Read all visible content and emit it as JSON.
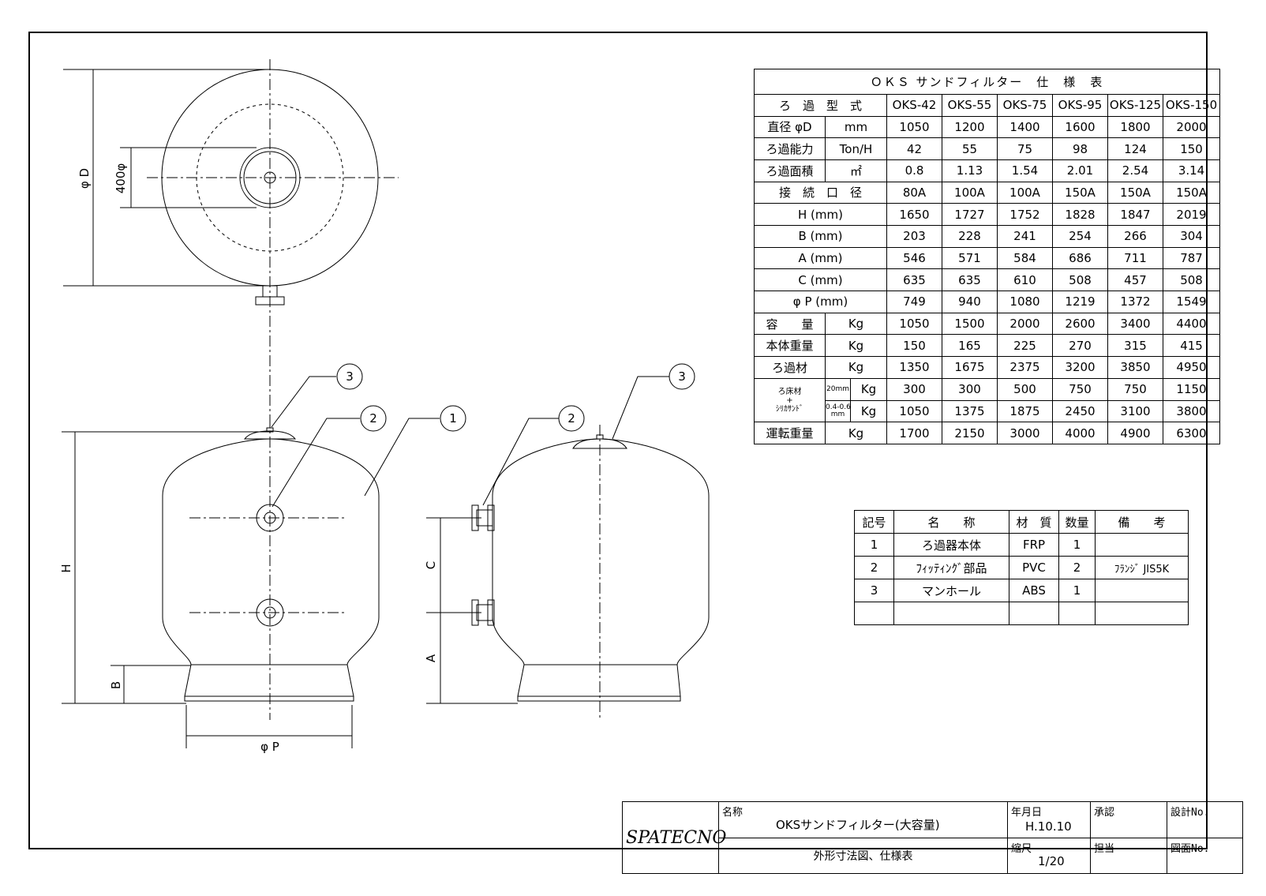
{
  "diagram": {
    "labels": {
      "phi_d": "φ D",
      "dia_400": "400φ",
      "h": "H",
      "b": "B",
      "phi_p": "φ P",
      "c": "C",
      "a": "A"
    },
    "callouts": [
      "1",
      "2",
      "3"
    ]
  },
  "spec_table": {
    "title": "ＯＫＳ サンドフィルター　仕　様　表",
    "model_label": "ろ　過　型　式",
    "models": [
      "OKS-42",
      "OKS-55",
      "OKS-75",
      "OKS-95",
      "OKS-125",
      "OKS-150"
    ],
    "rows": [
      {
        "label": "直径 φD",
        "unit": "mm",
        "values": [
          "1050",
          "1200",
          "1400",
          "1600",
          "1800",
          "2000"
        ]
      },
      {
        "label": "ろ過能力",
        "unit": "Ton/H",
        "values": [
          "42",
          "55",
          "75",
          "98",
          "124",
          "150"
        ]
      },
      {
        "label": "ろ過面積",
        "unit": "㎡",
        "values": [
          "0.8",
          "1.13",
          "1.54",
          "2.01",
          "2.54",
          "3.14"
        ]
      },
      {
        "label": "接　続　口　径",
        "unit": "",
        "values": [
          "80A",
          "100A",
          "100A",
          "150A",
          "150A",
          "150A"
        ]
      },
      {
        "label": "H (mm)",
        "unit": "",
        "values": [
          "1650",
          "1727",
          "1752",
          "1828",
          "1847",
          "2019"
        ]
      },
      {
        "label": "B (mm)",
        "unit": "",
        "values": [
          "203",
          "228",
          "241",
          "254",
          "266",
          "304"
        ]
      },
      {
        "label": "A (mm)",
        "unit": "",
        "values": [
          "546",
          "571",
          "584",
          "686",
          "711",
          "787"
        ]
      },
      {
        "label": "C (mm)",
        "unit": "",
        "values": [
          "635",
          "635",
          "610",
          "508",
          "457",
          "508"
        ]
      },
      {
        "label": "φ P (mm)",
        "unit": "",
        "values": [
          "749",
          "940",
          "1080",
          "1219",
          "1372",
          "1549"
        ]
      },
      {
        "label": "容　　量",
        "unit": "Kg",
        "values": [
          "1050",
          "1500",
          "2000",
          "2600",
          "3400",
          "4400"
        ]
      },
      {
        "label": "本体重量",
        "unit": "Kg",
        "values": [
          "150",
          "165",
          "225",
          "270",
          "315",
          "415"
        ]
      },
      {
        "label": "ろ過材",
        "unit": "Kg",
        "values": [
          "1350",
          "1675",
          "2375",
          "3200",
          "3850",
          "4950"
        ]
      }
    ],
    "bed": {
      "label_top": "ろ床材",
      "label_plus": "+",
      "label_bottom": "ｼﾘｶｻﾝﾄﾞ",
      "row1_size": "20mm",
      "row1_unit": "Kg",
      "row1_values": [
        "300",
        "300",
        "500",
        "750",
        "750",
        "1150"
      ],
      "row2_size_top": "0.4-0.6",
      "row2_size_bottom": "mm",
      "row2_unit": "Kg",
      "row2_values": [
        "1050",
        "1375",
        "1875",
        "2450",
        "3100",
        "3800"
      ]
    },
    "op_weight": {
      "label": "運転重量",
      "unit": "Kg",
      "values": [
        "1700",
        "2150",
        "3000",
        "4000",
        "4900",
        "6300"
      ]
    }
  },
  "parts_table": {
    "headers": [
      "記号",
      "名　　称",
      "材　質",
      "数量",
      "備　　考"
    ],
    "rows": [
      [
        "1",
        "ろ過器本体",
        "FRP",
        "1",
        ""
      ],
      [
        "2",
        "ﾌｨｯﾃｨﾝｸﾞ部品",
        "PVC",
        "2",
        "ﾌﾗﾝｼﾞ JIS5K"
      ],
      [
        "3",
        "マンホール",
        "ABS",
        "1",
        ""
      ],
      [
        "",
        "",
        "",
        "",
        ""
      ]
    ]
  },
  "title_block": {
    "company": "SPATECNO",
    "name_label": "名称",
    "name_value": "OKSサンドフィルター(大容量)",
    "subtitle": "外形寸法図、仕様表",
    "date_label": "年月日",
    "date_value": "H.10.10",
    "scale_label": "縮尺",
    "scale_value": "1/20",
    "approval_label": "承認",
    "charge_label": "担当",
    "design_no_label": "設計No.",
    "drawing_no_label": "図面No."
  }
}
